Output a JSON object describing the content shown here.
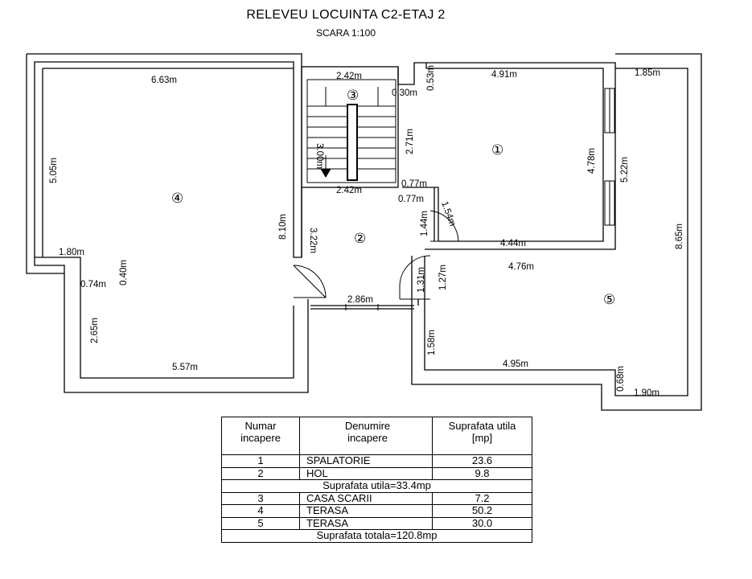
{
  "title": "RELEVEU LOCUINTA  C2-ETAJ 2",
  "subtitle": "SCARA 1:100",
  "rooms": [
    {
      "num": "①"
    },
    {
      "num": "②"
    },
    {
      "num": "③"
    },
    {
      "num": "④"
    },
    {
      "num": "⑤"
    }
  ],
  "dimensions": {
    "room4_top": "6.63m",
    "room4_left": "5.05m",
    "room4_right": "8.10m",
    "room4_notch_w": "1.80m",
    "room4_notch_h": "0.40m",
    "room4_notch_b": "0.74m",
    "room4_lower_left": "2.65m",
    "room4_bottom": "5.57m",
    "stair_top": "2.42m",
    "stair_bottom": "2.42m",
    "stair_left": "3.00m",
    "stair_right": "2.71m",
    "hol_left": "3.22m",
    "hol_bottom": "2.86m",
    "hol_r1": "1.44m",
    "hol_r2": "1.31m",
    "small_053": "0.53m",
    "small_030": "0.30m",
    "small_077a": "0.77m",
    "small_077b": "0.77m",
    "room1_top": "4.91m",
    "room1_right": "4.78m",
    "room1_bottom": "4.44m",
    "room1_door": "1.54m",
    "room5_top": "1.85m",
    "room5_win": "5.22m",
    "room5_right": "8.65m",
    "room5_top2": "4.76m",
    "room5_left1": "1.27m",
    "room5_left2": "1.58m",
    "room5_bottom": "4.95m",
    "room5_step": "0.68m",
    "room5_bottom2": "1.90m"
  },
  "table": {
    "headers": [
      "Numar incapere",
      "Denumire incapere",
      "Suprafata utila [mp]"
    ],
    "header_lines": {
      "h1a": "Numar",
      "h1b": "incapere",
      "h2a": "Denumire",
      "h2b": "incapere",
      "h3a": "Suprafata utila",
      "h3b": "[mp]"
    },
    "rows_a": [
      {
        "nr": "1",
        "name": "SPALATORIE",
        "area": "23.6"
      },
      {
        "nr": "2",
        "name": "HOL",
        "area": "9.8"
      }
    ],
    "subtotal": "Suprafata utila=33.4mp",
    "rows_b": [
      {
        "nr": "3",
        "name": "CASA SCARII",
        "area": "7.2"
      },
      {
        "nr": "4",
        "name": "TERASA",
        "area": "50.2"
      },
      {
        "nr": "5",
        "name": "TERASA",
        "area": "30.0"
      }
    ],
    "total": "Suprafata totala=120.8mp"
  }
}
